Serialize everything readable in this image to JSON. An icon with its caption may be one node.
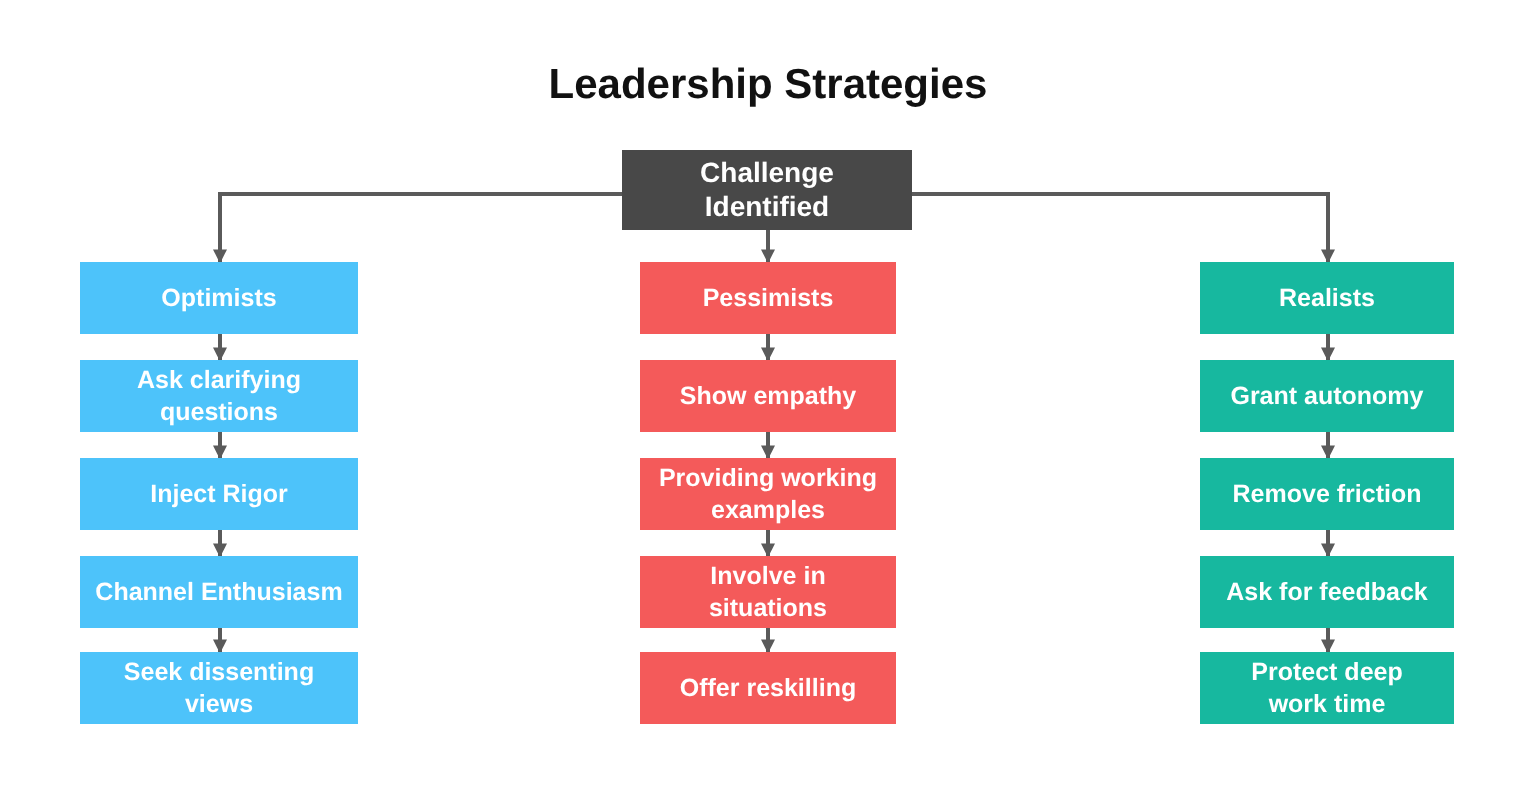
{
  "diagram": {
    "title": "Leadership Strategies",
    "nodes": [
      {
        "text": [
          "Challenge Identified"
        ]
      },
      {
        "text": [
          "Optimists"
        ]
      },
      {
        "text": [
          "Ask clarifying questions"
        ]
      },
      {
        "text": [
          "Inject Rigor"
        ]
      },
      {
        "text": [
          "Channel Enthusiasm"
        ]
      },
      {
        "text": [
          "Seek dissenting views"
        ]
      },
      {
        "text": [
          "Pessimists"
        ]
      },
      {
        "text": [
          "Show empathy"
        ]
      },
      {
        "text": [
          "Providing working examples"
        ]
      },
      {
        "text": [
          "Involve in situations"
        ]
      },
      {
        "text": [
          "Offer reskilling"
        ]
      },
      {
        "text": [
          "Realists"
        ]
      },
      {
        "text": [
          "Grant autonomy"
        ]
      },
      {
        "text": [
          "Remove friction"
        ]
      },
      {
        "text": [
          "Ask for feedback"
        ]
      },
      {
        "text": [
          "Protect deep work time"
        ]
      }
    ],
    "edges": [
      {
        "from": 0,
        "to": 1,
        "arrow": "to"
      },
      {
        "from": 0,
        "to": 6,
        "arrow": "to"
      },
      {
        "from": 0,
        "to": 11,
        "arrow": "to"
      },
      {
        "from": 1,
        "to": 2,
        "arrow": "to"
      },
      {
        "from": 2,
        "to": 3,
        "arrow": "to"
      },
      {
        "from": 3,
        "to": 4,
        "arrow": "to"
      },
      {
        "from": 4,
        "to": 5,
        "arrow": "to"
      },
      {
        "from": 6,
        "to": 7,
        "arrow": "to"
      },
      {
        "from": 7,
        "to": 8,
        "arrow": "to"
      },
      {
        "from": 8,
        "to": 9,
        "arrow": "to"
      },
      {
        "from": 9,
        "to": 10,
        "arrow": "to"
      },
      {
        "from": 11,
        "to": 12,
        "arrow": "to"
      },
      {
        "from": 12,
        "to": 13,
        "arrow": "to"
      },
      {
        "from": 13,
        "to": 14,
        "arrow": "to"
      },
      {
        "from": 14,
        "to": 15,
        "arrow": "to"
      }
    ]
  }
}
